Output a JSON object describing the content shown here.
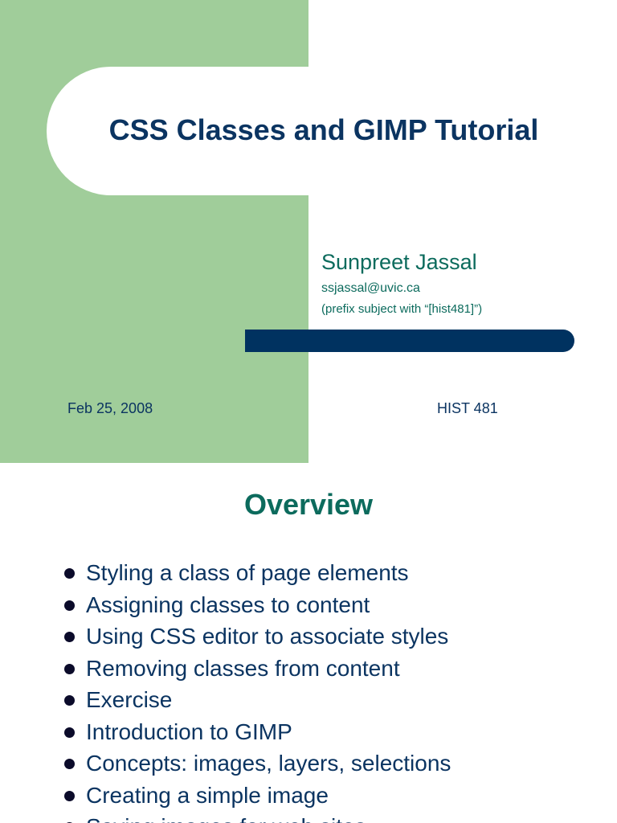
{
  "slide1": {
    "title": "CSS Classes and GIMP Tutorial",
    "author": "Sunpreet Jassal",
    "email": "ssjassal@uvic.ca",
    "note": "(prefix subject with “[hist481]”)",
    "date": "Feb 25, 2008",
    "course": "HIST 481"
  },
  "slide2": {
    "title": "Overview",
    "bullets": [
      "Styling a class of page elements",
      "Assigning classes to content",
      "Using CSS editor to associate styles",
      "Removing classes from content",
      "Exercise",
      "Introduction to GIMP",
      "Concepts: images, layers, selections",
      "Creating a simple image",
      "Saving images for web sites"
    ]
  },
  "colors": {
    "panel_green": "#a0cd9a",
    "navy": "#003260",
    "title_navy": "#0b3461",
    "teal": "#0c6b5d",
    "background": "#ffffff"
  }
}
